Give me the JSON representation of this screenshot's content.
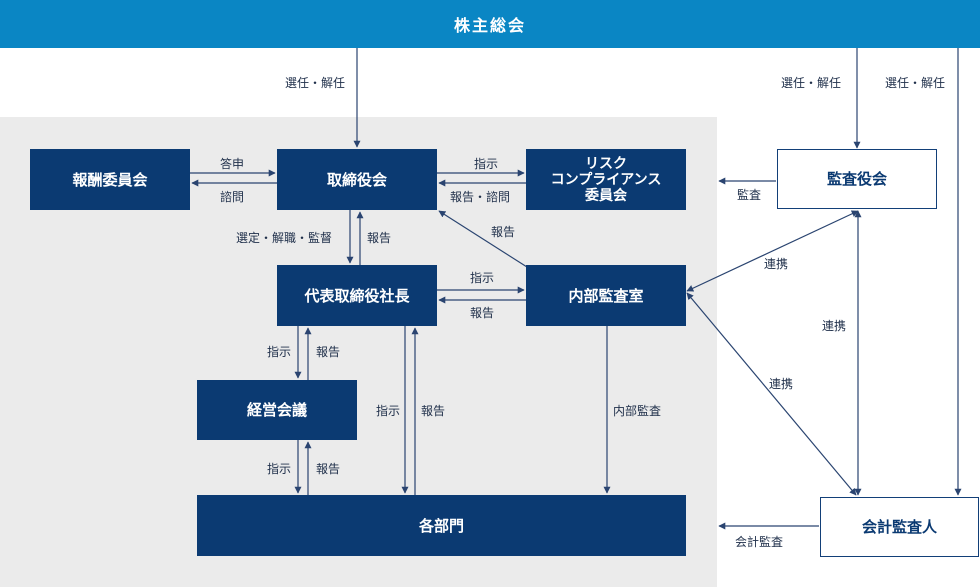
{
  "nodes": {
    "general_meeting": "株主総会",
    "compensation_committee": "報酬委員会",
    "board": "取締役会",
    "risk_committee": "リスク\nコンプライアンス\n委員会",
    "audit_board": "監査役会",
    "president": "代表取締役社長",
    "internal_audit": "内部監査室",
    "management_meeting": "経営会議",
    "departments": "各部門",
    "accounting_auditor": "会計監査人"
  },
  "labels": {
    "elect_dismiss_board": "選任・解任",
    "elect_dismiss_audit": "選任・解任",
    "elect_dismiss_auditor": "選任・解任",
    "report_to_committee": "答申",
    "consult_committee": "諮問",
    "instruct_risk": "指示",
    "report_consult_risk": "報告・諮問",
    "audit_by_board": "監査",
    "select_dismiss_supervise": "選定・解職・監督",
    "report_president_board": "報告",
    "report_internal_board": "報告",
    "instruct_internal": "指示",
    "report_internal_president": "報告",
    "link_audit_internal": "連携",
    "link_audit_auditor": "連携",
    "link_internal_auditor": "連携",
    "instruct_mgmt": "指示",
    "report_mgmt": "報告",
    "instruct_dept": "指示",
    "report_dept": "報告",
    "internal_audit_dept": "内部監査",
    "instruct_mgmt_dept": "指示",
    "report_mgmt_dept": "報告",
    "accounting_audit": "会計監査"
  },
  "colors": {
    "header": "#0a86c4",
    "node_dark": "#0b3a72",
    "panel": "#ebebeb",
    "line": "#2a4470"
  }
}
